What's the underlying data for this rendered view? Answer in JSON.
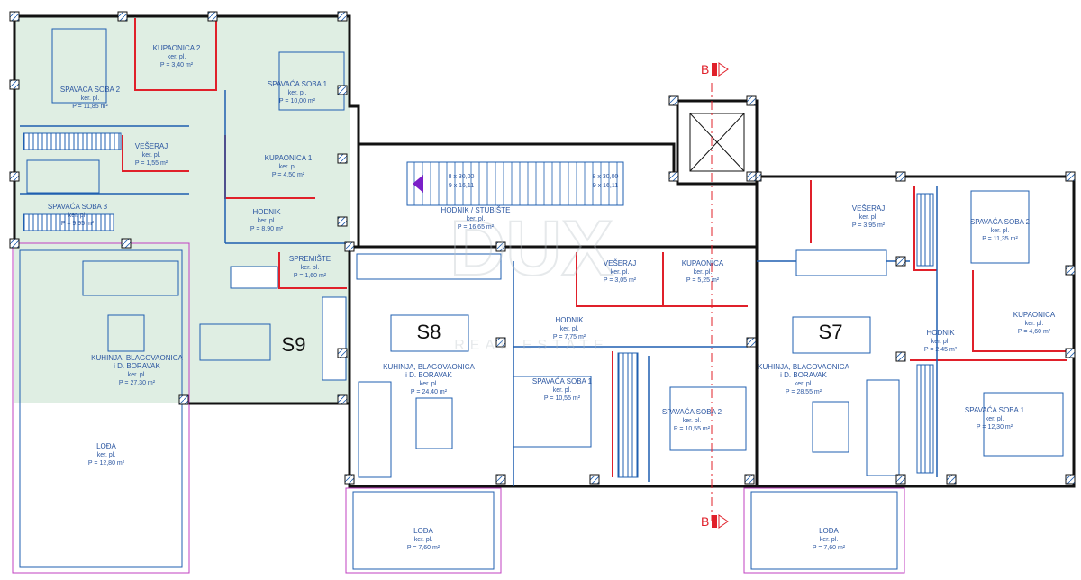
{
  "colors": {
    "wall": "#111111",
    "accent_wall": "#e0202a",
    "blue": "#1f5fb0",
    "magenta": "#c040c0",
    "fill_s9": "#dfeee3",
    "label_blue": "#2a55a0",
    "watermark": "#b9c2c8"
  },
  "section_markers": {
    "top": "B",
    "bottom": "B"
  },
  "watermark": {
    "brand": "DUX",
    "sub": "REAL ESTATE"
  },
  "units": [
    {
      "name": "S9"
    },
    {
      "name": "S8"
    },
    {
      "name": "S7"
    }
  ],
  "stair": {
    "left": [
      "8 x 30,00",
      "9 x 16,11"
    ],
    "right": [
      "8 x 30,00",
      "9 x 16,11"
    ]
  },
  "rooms": [
    {
      "name": "SPAVAĆA SOBA 2",
      "floor": "ker. pl.",
      "area": "P = 11,85 m²"
    },
    {
      "name": "KUPAONICA 2",
      "floor": "ker. pl.",
      "area": "P = 3,40 m²"
    },
    {
      "name": "SPAVAĆA SOBA 1",
      "floor": "ker. pl.",
      "area": "P = 10,00 m²"
    },
    {
      "name": "VEŠERAJ",
      "floor": "ker. pl.",
      "area": "P = 1,55 m²"
    },
    {
      "name": "KUPAONICA 1",
      "floor": "ker. pl.",
      "area": "P = 4,50 m²"
    },
    {
      "name": "SPAVAĆA SOBA 3",
      "floor": "ker. pl.",
      "area": "P = 9,95 m²"
    },
    {
      "name": "HODNIK",
      "floor": "ker. pl.",
      "area": "P = 8,90 m²"
    },
    {
      "name": "SPREMIŠTE",
      "floor": "ker. pl.",
      "area": "P = 1,60 m²"
    },
    {
      "name": "KUHINJA, BLAGOVAONICA i D. BORAVAK",
      "floor": "ker. pl.",
      "area": "P = 27,30 m²"
    },
    {
      "name": "LOĐA",
      "floor": "ker. pl.",
      "area": "P = 12,80 m²"
    },
    {
      "name": "HODNIK / STUBIŠTE",
      "floor": "ker. pl.",
      "area": "P = 16,65 m²"
    },
    {
      "name": "KUHINJA, BLAGOVAONICA i D. BORAVAK",
      "floor": "ker. pl.",
      "area": "P = 24,40 m²"
    },
    {
      "name": "VEŠERAJ",
      "floor": "ker. pl.",
      "area": "P = 3,05 m²"
    },
    {
      "name": "KUPAONICA",
      "floor": "ker. pl.",
      "area": "P = 5,25 m²"
    },
    {
      "name": "HODNIK",
      "floor": "ker. pl.",
      "area": "P = 7,75 m²"
    },
    {
      "name": "SPAVAĆA SOBA 1",
      "floor": "ker. pl.",
      "area": "P = 10,55 m²"
    },
    {
      "name": "SPAVAĆA SOBA 2",
      "floor": "ker. pl.",
      "area": "P = 10,55 m²"
    },
    {
      "name": "LOĐA",
      "floor": "ker. pl.",
      "area": "P = 7,60 m²"
    },
    {
      "name": "VEŠERAJ",
      "floor": "ker. pl.",
      "area": "P = 3,95 m²"
    },
    {
      "name": "SPAVAĆA SOBA 2",
      "floor": "ker. pl.",
      "area": "P = 11,35 m²"
    },
    {
      "name": "KUPAONICA",
      "floor": "ker. pl.",
      "area": "P = 4,60 m²"
    },
    {
      "name": "HODNIK",
      "floor": "ker. pl.",
      "area": "P = 2,45 m²"
    },
    {
      "name": "KUHINJA, BLAGOVAONICA i D. BORAVAK",
      "floor": "ker. pl.",
      "area": "P = 28,55 m²"
    },
    {
      "name": "SPAVAĆA SOBA 1",
      "floor": "ker. pl.",
      "area": "P = 12,30 m²"
    },
    {
      "name": "LOĐA",
      "floor": "ker. pl.",
      "area": "P = 7,60 m²"
    }
  ]
}
